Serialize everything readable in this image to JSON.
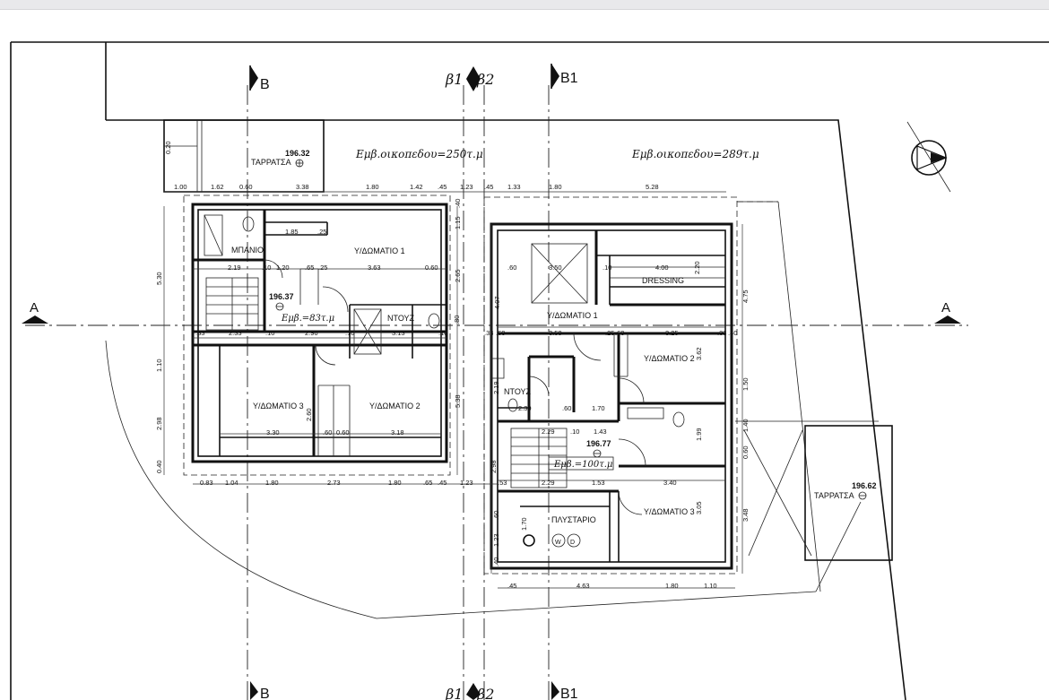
{
  "sections": {
    "b_top": "B",
    "b_bottom": "B",
    "beta1_top": "β1",
    "beta2_top": "β2",
    "beta1_bottom": "β1",
    "beta2_bottom": "β2",
    "b1_top": "B1",
    "b1_bottom": "B1",
    "a_left": "A",
    "a_right": "A"
  },
  "plot_areas": {
    "left": "Εμβ.οικοπεδου=250τ.μ",
    "right": "Εμβ.οικοπεδου=289τ.μ"
  },
  "terraces": {
    "left": {
      "label": "ΤΑΡΡΑΤΣΑ",
      "level": "196.32"
    },
    "right": {
      "label": "ΤΑΡΡΑΤΣΑ",
      "level": "196.62"
    }
  },
  "left_unit": {
    "rooms": {
      "bath": "ΜΠΑΝΙΟ",
      "bed1": "Υ/ΔΩΜΑΤΙΟ 1",
      "shower": "ΝΤΟΥΖ",
      "bed2": "Υ/ΔΩΜΑΤΙΟ 2",
      "bed3": "Υ/ΔΩΜΑΤΙΟ 3"
    },
    "level": "196.37",
    "area": "Εμβ.=83τ.μ"
  },
  "right_unit": {
    "rooms": {
      "bed1": "Υ/ΔΩΜΑΤΙΟ 1",
      "dressing": "DRESSING",
      "shower": "ΝΤΟΥΖ",
      "bed2": "Υ/ΔΩΜΑΤΙΟ 2",
      "bed3": "Υ/ΔΩΜΑΤΙΟ 3",
      "laundry": "ΠΛΥΣΤΑΡΙΟ"
    },
    "level": "196.77",
    "area": "Εμβ.=100τ.μ",
    "appliances": {
      "washer": "W",
      "dryer": "D"
    }
  },
  "dims": {
    "top": [
      "1.00",
      "1.62",
      "0.60",
      "3.38",
      "1.80",
      "1.42",
      ".45",
      "1.23",
      ".45",
      "1.33",
      "1.80",
      "5.28"
    ],
    "bottom_left": [
      "0.83",
      "1.04",
      "1.80",
      "2.73",
      "1.80",
      ".65",
      ".45",
      "1.23"
    ],
    "bottom_right": [
      ".45",
      "4.63",
      "1.80",
      "1.10"
    ],
    "left_vert": [
      "0.20",
      "5.30",
      "1.10",
      "2.98",
      "0.40"
    ],
    "inner": [
      "1.85",
      ".25",
      "2.19",
      ".10",
      "1.20",
      ".65",
      ".25",
      "3.63",
      "0.60",
      ".33",
      "2.33",
      ".10",
      "2.96",
      ".10",
      "3.13",
      ".10",
      ".80",
      "3.30",
      ".60",
      "0.60",
      "3.18",
      "2.60",
      "2.65",
      "1.15",
      ".40",
      "5.38",
      "2.98"
    ],
    "right_inner": [
      ".60",
      "3.50",
      ".10",
      "4.00",
      "2.20",
      "4.07",
      ".33",
      ".60",
      "3.50",
      ".25",
      ".60",
      "3.25",
      ".33",
      ".40",
      "4.75",
      "3.62",
      "1.50",
      "2.19",
      "2.30",
      ".60",
      "1.70",
      "1.40",
      "2.29",
      ".10",
      "1.43",
      "1.99",
      "0.60",
      "1.53",
      "3.40",
      "2.29",
      ".53",
      "3.05",
      "3.48",
      "1.70",
      "1.23",
      ".60",
      ".40"
    ]
  }
}
